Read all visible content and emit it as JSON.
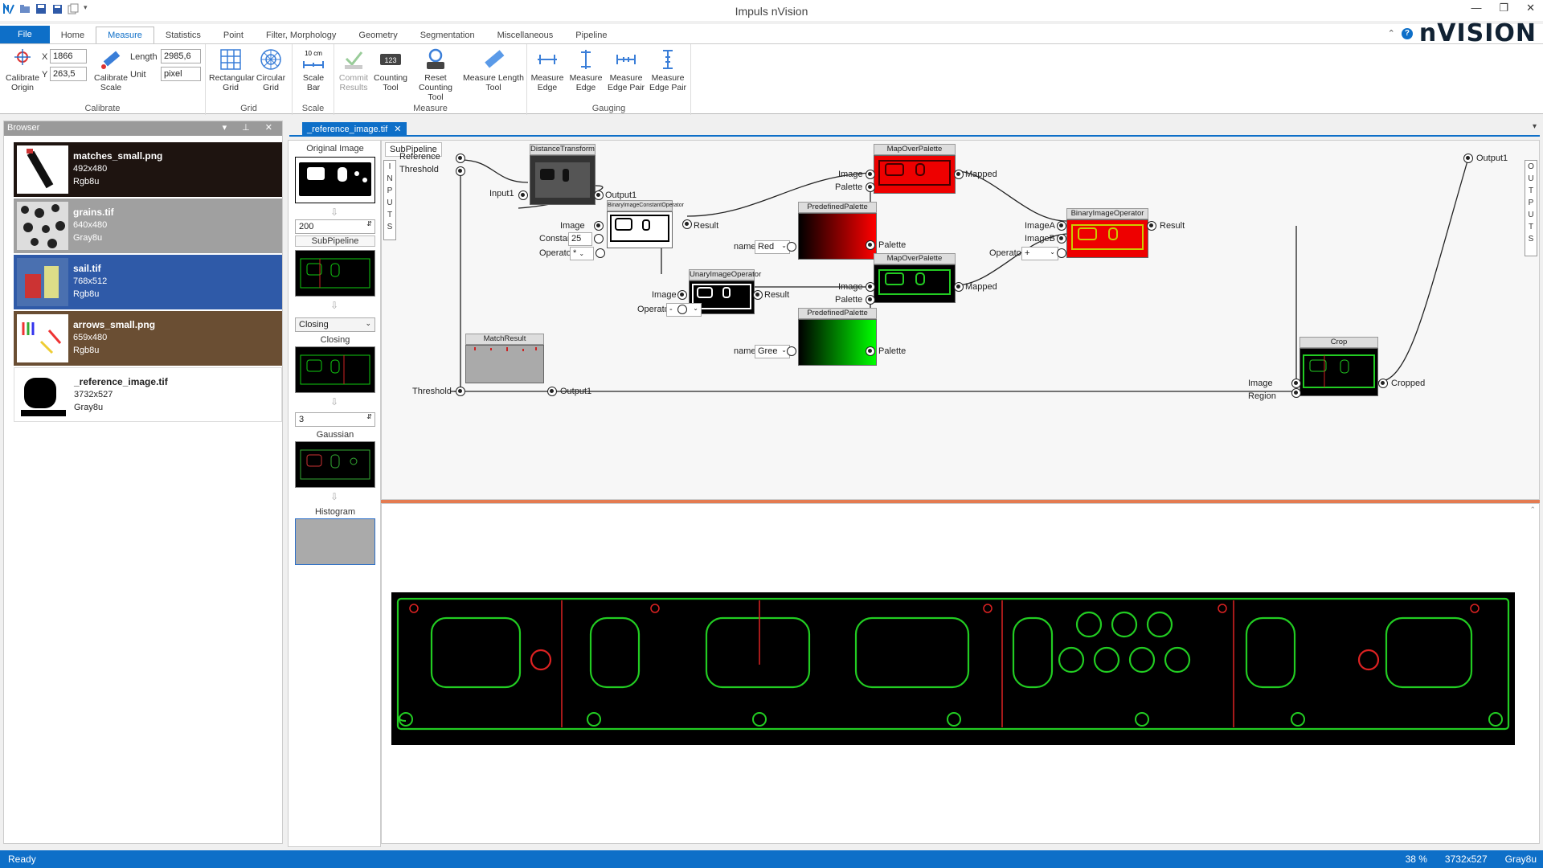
{
  "window": {
    "title": "Impuls nVision",
    "brand": "nVISION"
  },
  "ribbon_tabs": [
    "File",
    "Home",
    "Measure",
    "Statistics",
    "Point",
    "Filter, Morphology",
    "Geometry",
    "Segmentation",
    "Miscellaneous",
    "Pipeline"
  ],
  "active_tab": "Measure",
  "ribbon": {
    "calibrate": {
      "origin_label": "Calibrate Origin",
      "x_label": "X",
      "x_value": "1866",
      "y_label": "Y",
      "y_value": "263,5",
      "scale_label": "Calibrate Scale",
      "length_label": "Length",
      "length_value": "2985,6",
      "unit_label": "Unit",
      "unit_value": "pixel",
      "group_label": "Calibrate"
    },
    "grid": {
      "rect_label": "Rectangular Grid",
      "circ_label": "Circular Grid",
      "group_label": "Grid"
    },
    "scale": {
      "bar_label": "Scale Bar",
      "bar_value": "10 cm",
      "group_label": "Scale"
    },
    "measure": {
      "commit_label": "Commit Results",
      "counting_label": "Counting Tool",
      "counting_value": "123",
      "reset_label": "Reset Counting Tool",
      "length_label": "Measure Length Tool",
      "group_label": "Measure"
    },
    "gauging": {
      "edge1_label": "Measure Edge",
      "edge2_label": "Measure Edge",
      "pair1_label": "Measure Edge Pair",
      "pair2_label": "Measure Edge Pair",
      "group_label": "Gauging"
    }
  },
  "browser": {
    "title": "Browser",
    "items": [
      {
        "name": "matches_small.png",
        "size": "492x480",
        "format": "Rgb8u",
        "bg": "#1e1410"
      },
      {
        "name": "grains.tif",
        "size": "640x480",
        "format": "Gray8u",
        "bg": "#a0a0a0"
      },
      {
        "name": "sail.tif",
        "size": "768x512",
        "format": "Rgb8u",
        "bg": "#2f5aa8"
      },
      {
        "name": "arrows_small.png",
        "size": "659x480",
        "format": "Rgb8u",
        "bg": "#6a4e33"
      },
      {
        "name": "_reference_image.tif",
        "size": "3732x527",
        "format": "Gray8u",
        "bg": "#ffffff"
      }
    ]
  },
  "doc_tab": {
    "label": "_reference_image.tif",
    "close": "✕"
  },
  "pipeline_column": {
    "original_label": "Original Image",
    "spin1": "200",
    "subpipeline_label": "SubPipeline",
    "closing_select": "Closing",
    "closing_label": "Closing",
    "spin2": "3",
    "gaussian_label": "Gaussian",
    "histogram_label": "Histogram"
  },
  "graph": {
    "sub_tab": "SubPipeline",
    "inputs_label": "INPUTS",
    "outputs_label": "OUTPUTS",
    "labels": {
      "reference": "Reference",
      "threshold": "Threshold",
      "input1": "Input1",
      "output1": "Output1",
      "distance_transform": "DistanceTransform",
      "binary_const": "BinaryImageConstantOperator",
      "image": "Image",
      "constant": "Constant",
      "constant_value": "25",
      "operator": "Operator",
      "op_value1": "*",
      "result": "Result",
      "unary": "UnaryImageOperator",
      "op_value2": "-",
      "map1": "MapOverPalette",
      "map2": "MapOverPalette",
      "palette": "Palette",
      "mapped": "Mapped",
      "predef1": "PredefinedPalette",
      "predef2": "PredefinedPalette",
      "name": "name",
      "name_red": "Red",
      "name_green": "Gree",
      "binary_op": "BinaryImageOperator",
      "imageA": "ImageA",
      "imageB": "ImageB",
      "op_value3": "+",
      "match_result": "MatchResult",
      "crop": "Crop",
      "region": "Region",
      "cropped": "Cropped",
      "output_right": "Output1"
    }
  },
  "status": {
    "left": "Ready",
    "zoom": "38 %",
    "size": "3732x527",
    "format": "Gray8u"
  },
  "colors": {
    "accent": "#0e6fc8",
    "divider": "#e47b51"
  }
}
